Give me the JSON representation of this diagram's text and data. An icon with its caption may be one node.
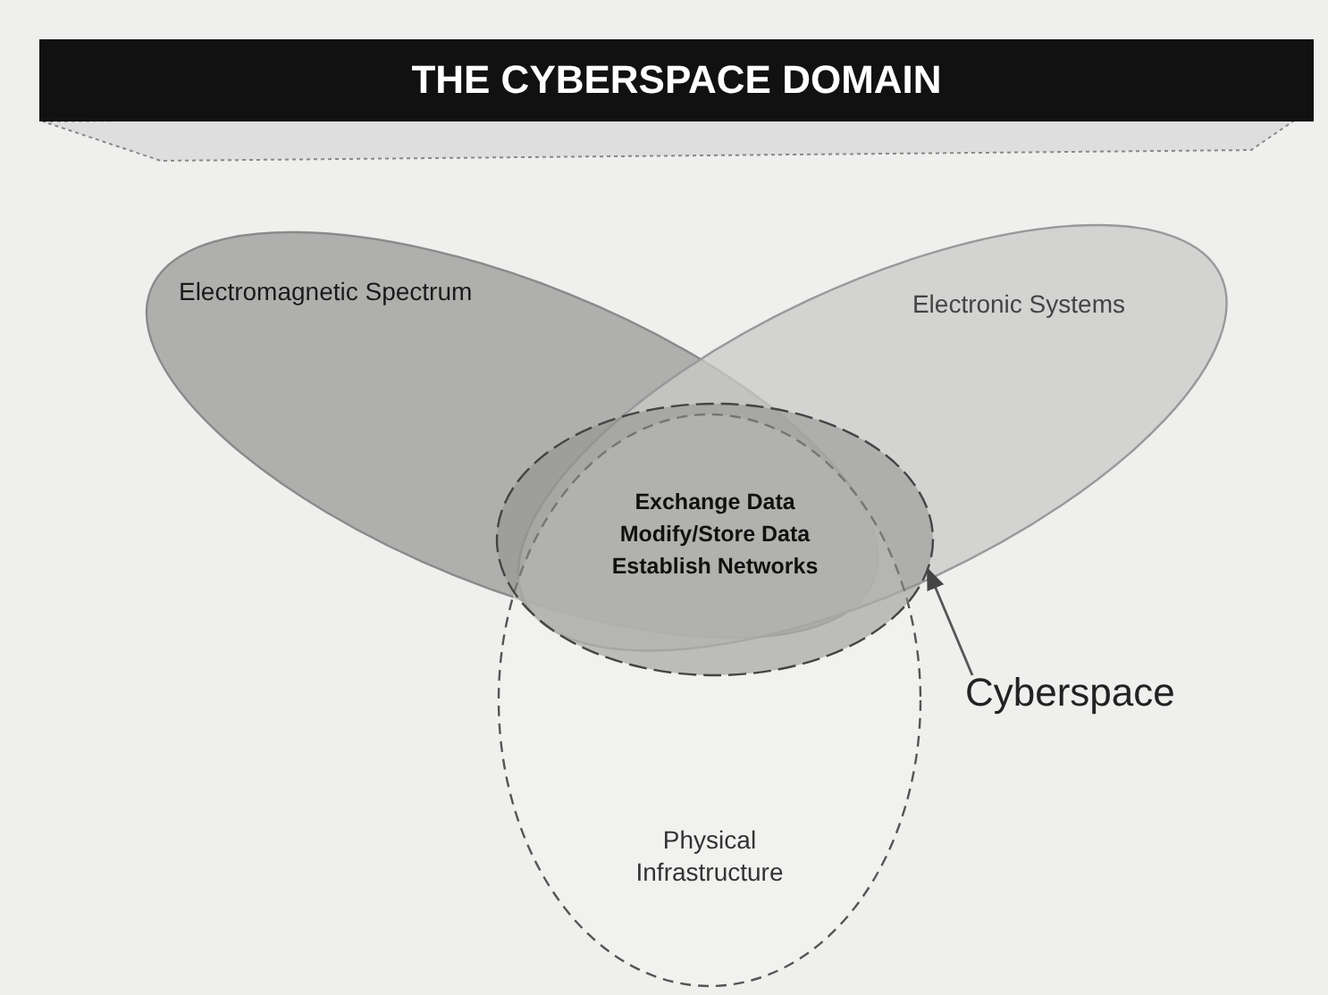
{
  "diagram": {
    "title": "THE CYBERSPACE DOMAIN",
    "nodes": [
      {
        "text": [
          "Electromagnetic Spectrum"
        ]
      },
      {
        "text": [
          "Electronic Systems"
        ]
      },
      {
        "text": [
          "Physical Infrastructure"
        ]
      },
      {
        "text": [
          "Exchange Data",
          "Modify/Store Data",
          "Establish Networks"
        ]
      },
      {
        "text": [
          "Cyberspace"
        ]
      }
    ],
    "edges": [
      {
        "from": 4,
        "to": 3,
        "arrow": "to"
      }
    ]
  }
}
